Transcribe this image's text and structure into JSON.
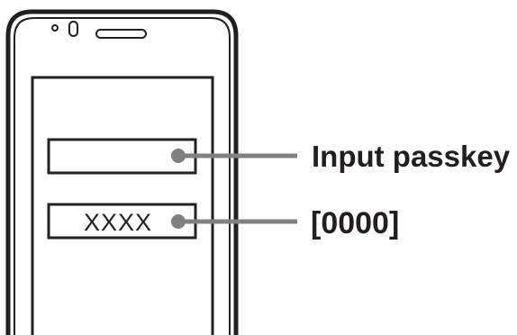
{
  "field_value": "XXXX",
  "callouts": {
    "input_passkey": "Input passkey",
    "default_passkey": "[0000]"
  }
}
